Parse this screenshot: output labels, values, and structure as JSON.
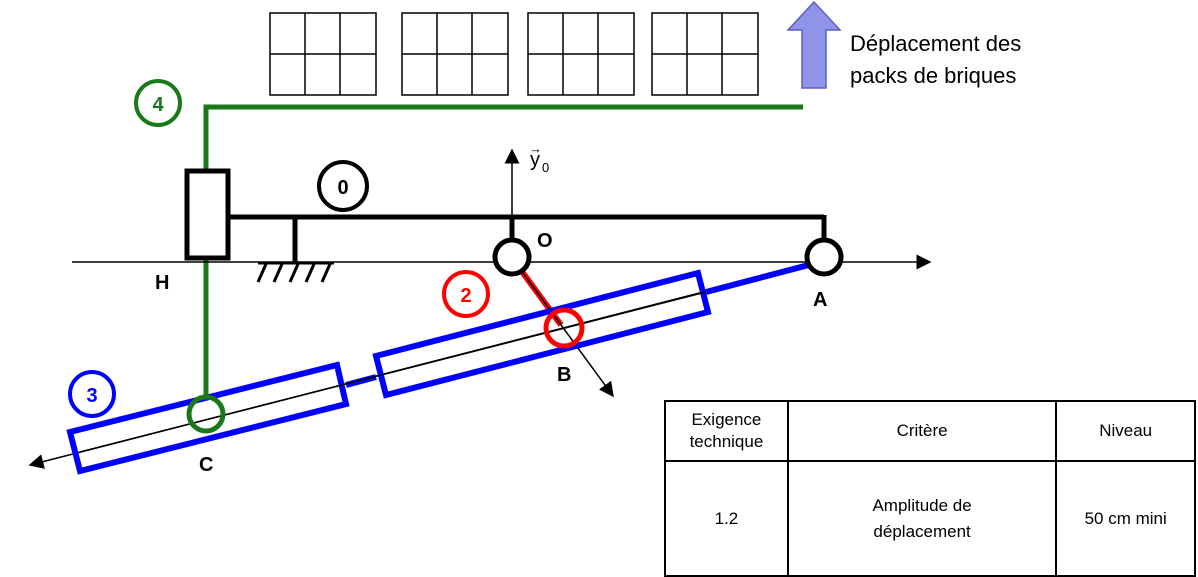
{
  "diagram": {
    "legend_text_line1": "Déplacement des",
    "legend_text_line2": "packs de briques",
    "axis_label": "y",
    "axis_subscript": "0",
    "axis_vector_mark": "→",
    "part_labels": {
      "p0": "0",
      "p2": "2",
      "p3": "3",
      "p4": "4"
    },
    "point_labels": {
      "O": "O",
      "A": "A",
      "B": "B",
      "C": "C",
      "H": "H"
    },
    "colors": {
      "frame": "#000000",
      "part2": "#ff0000",
      "part3": "#0000ff",
      "part4": "#1a7a1a",
      "arrow": "#8f94e8"
    }
  },
  "table": {
    "headers": [
      "Exigence technique",
      "Critère",
      "Niveau"
    ],
    "header_lines": [
      [
        "Exigence",
        "technique"
      ],
      [
        "Critère"
      ],
      [
        "Niveau"
      ]
    ],
    "rows": [
      {
        "exigence": "1.2",
        "critere_lines": [
          "Amplitude de",
          "déplacement"
        ],
        "niveau": "50 cm mini"
      }
    ]
  }
}
